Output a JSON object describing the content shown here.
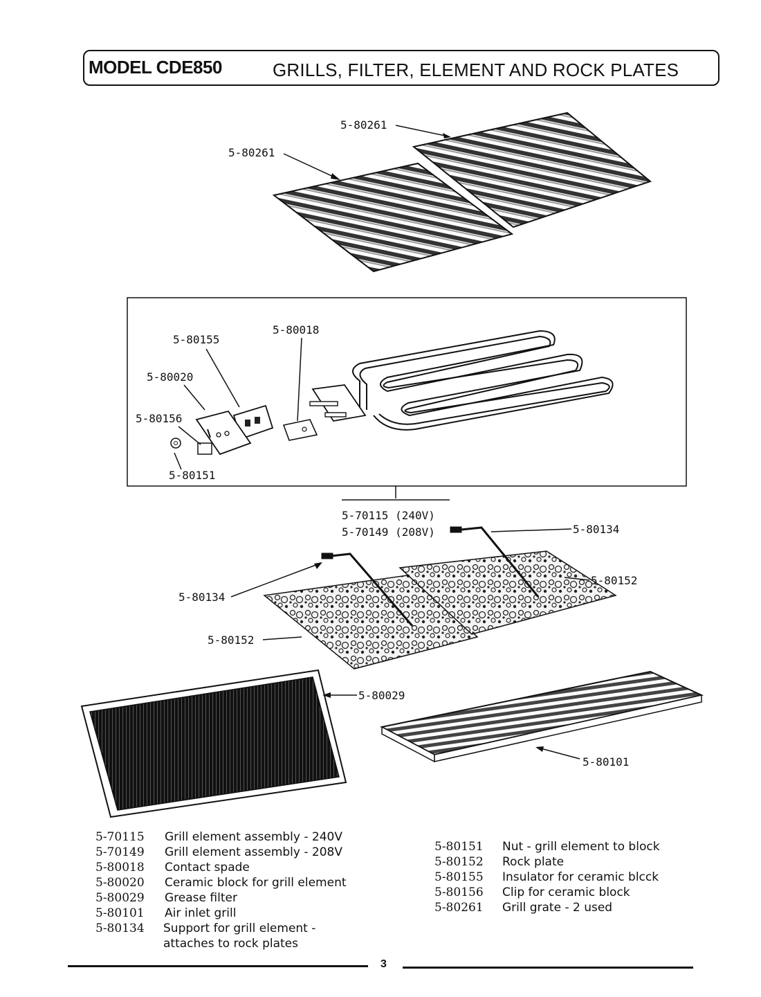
{
  "header": {
    "model": "MODEL CDE850",
    "title": "GRILLS, FILTER, ELEMENT AND ROCK PLATES"
  },
  "callouts": {
    "grate_right": "5-80261",
    "grate_left": "5-80261",
    "insulator": "5-80155",
    "spade": "5-80018",
    "ceramic_block": "5-80020",
    "clip": "5-80156",
    "nut": "5-80151",
    "assembly_240": "5-70115 (240V)",
    "assembly_208": "5-70149 (208V)",
    "support_right": "5-80134",
    "support_left": "5-80134",
    "rock_right": "5-80152",
    "rock_left": "5-80152",
    "filter": "5-80029",
    "inlet_grill": "5-80101"
  },
  "legend_left": [
    {
      "part": "5-70115",
      "desc": "Grill element assembly - 240V"
    },
    {
      "part": "5-70149",
      "desc": "Grill element assembly - 208V"
    },
    {
      "part": "5-80018",
      "desc": "Contact spade"
    },
    {
      "part": "5-80020",
      "desc": "Ceramic block for grill element"
    },
    {
      "part": "5-80029",
      "desc": "Grease filter"
    },
    {
      "part": "5-80101",
      "desc": "Air inlet grill"
    },
    {
      "part": "5-80134",
      "desc": "Support for grill element -"
    },
    {
      "part": "",
      "desc": "attaches to rock plates"
    }
  ],
  "legend_right": [
    {
      "part": "5-80151",
      "desc": "Nut - grill element to block"
    },
    {
      "part": "5-80152",
      "desc": "Rock plate"
    },
    {
      "part": "5-80155",
      "desc": "Insulator for ceramic blcck"
    },
    {
      "part": "5-80156",
      "desc": "Clip for ceramic block"
    },
    {
      "part": "5-80261",
      "desc": "Grill grate - 2 used"
    }
  ],
  "footer": {
    "page_number": "3"
  }
}
